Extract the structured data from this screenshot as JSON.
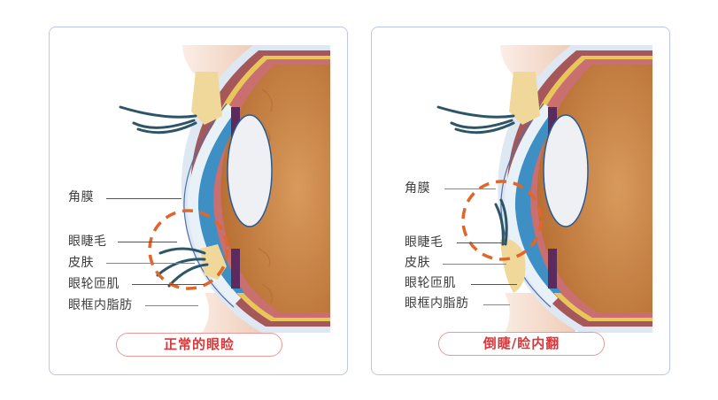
{
  "panels": [
    {
      "title": "正常的眼睑",
      "labels": [
        "角膜",
        "眼睫毛",
        "皮肤",
        "眼轮匝肌",
        "眼框内脂肪"
      ]
    },
    {
      "title": "倒睫/睑内翻",
      "labels": [
        "角膜",
        "眼睫毛",
        "皮肤",
        "眼轮匝肌",
        "眼框内脂肪"
      ]
    }
  ],
  "colors": {
    "panel_border": "#bcc6ec",
    "caption_text": "#d6393b",
    "caption_border": "#e89a9a",
    "highlight_circle": "#e0662a",
    "iris": "#3d8fc4",
    "eyeball_interior": "#c9874a"
  }
}
